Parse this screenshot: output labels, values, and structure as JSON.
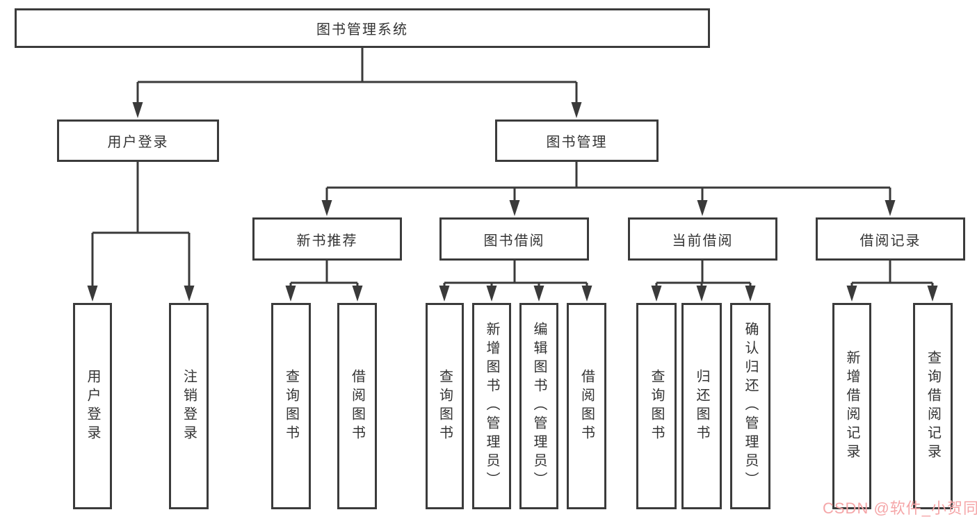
{
  "diagram": {
    "title": "图书管理系统",
    "root": {
      "label": "图书管理系统"
    },
    "level2": [
      {
        "label": "用户登录"
      },
      {
        "label": "图书管理"
      }
    ],
    "level3": [
      {
        "label": "新书推荐",
        "parent": "图书管理"
      },
      {
        "label": "图书借阅",
        "parent": "图书管理"
      },
      {
        "label": "当前借阅",
        "parent": "图书管理"
      },
      {
        "label": "借阅记录",
        "parent": "图书管理"
      }
    ],
    "leaves": [
      {
        "label": "用户登录",
        "parent": "用户登录"
      },
      {
        "label": "注销登录",
        "parent": "用户登录"
      },
      {
        "label": "查询图书",
        "parent": "新书推荐"
      },
      {
        "label": "借阅图书",
        "parent": "新书推荐"
      },
      {
        "label": "查询图书",
        "parent": "图书借阅"
      },
      {
        "label": "新增图书（管理员）",
        "parent": "图书借阅"
      },
      {
        "label": "编辑图书（管理员）",
        "parent": "图书借阅"
      },
      {
        "label": "借阅图书",
        "parent": "图书借阅"
      },
      {
        "label": "查询图书",
        "parent": "当前借阅"
      },
      {
        "label": "归还图书",
        "parent": "当前借阅"
      },
      {
        "label": "确认归还（管理员）",
        "parent": "当前借阅"
      },
      {
        "label": "新增借阅记录",
        "parent": "借阅记录"
      },
      {
        "label": "查询借阅记录",
        "parent": "借阅记录"
      }
    ],
    "colors": {
      "line": "#3a3a3a",
      "text": "#333333",
      "box_background": "#ffffff",
      "watermark": "#f5a6a8"
    }
  },
  "watermark": {
    "text": "CSDN @软件_小贺同学"
  }
}
